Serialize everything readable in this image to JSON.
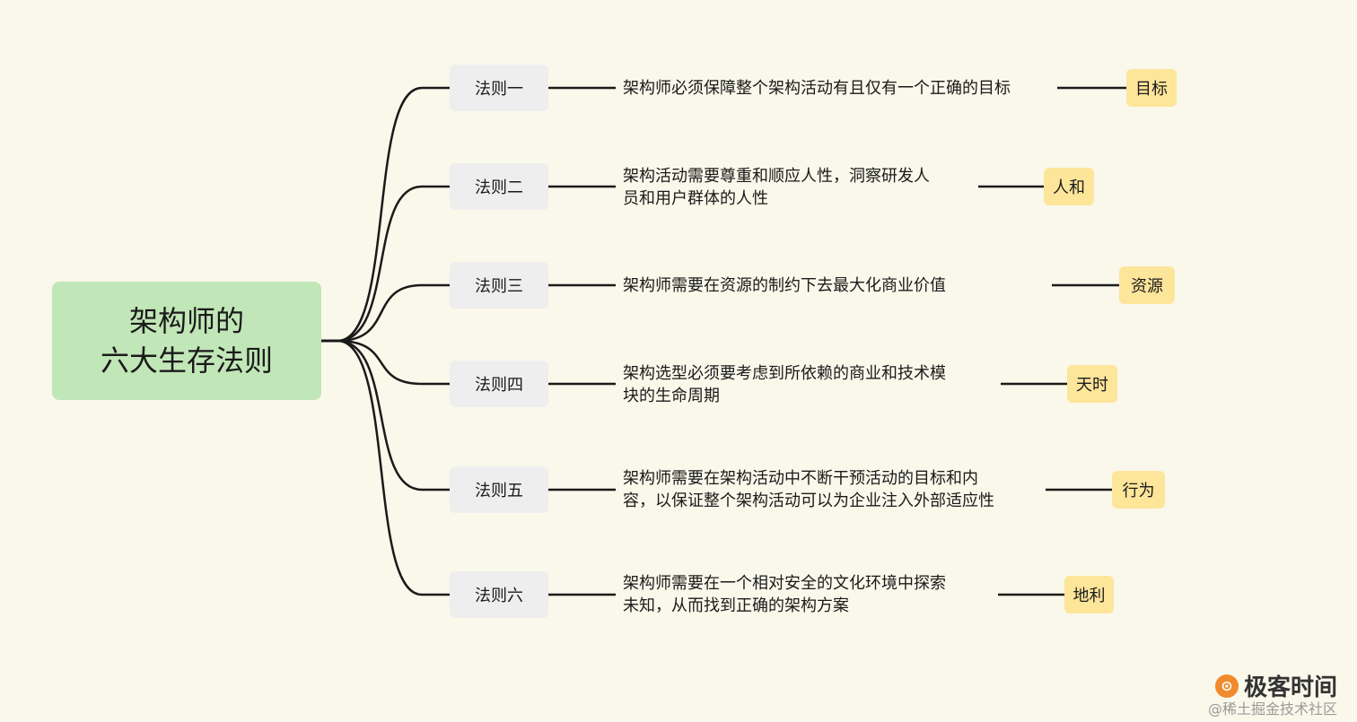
{
  "root": {
    "line1": "架构师的",
    "line2": "六大生存法则"
  },
  "rules": [
    {
      "label": "法则一",
      "desc": "架构师必须保障整个架构活动有且仅有一个正确的目标",
      "keyword": "目标"
    },
    {
      "label": "法则二",
      "desc": "架构活动需要尊重和顺应人性，洞察研发人\n员和用户群体的人性",
      "keyword": "人和"
    },
    {
      "label": "法则三",
      "desc": "架构师需要在资源的制约下去最大化商业价值",
      "keyword": "资源"
    },
    {
      "label": "法则四",
      "desc": "架构选型必须要考虑到所依赖的商业和技术模\n块的生命周期",
      "keyword": "天时"
    },
    {
      "label": "法则五",
      "desc": "架构师需要在架构活动中不断干预活动的目标和内\n容，以保证整个架构活动可以为企业注入外部适应性",
      "keyword": "行为"
    },
    {
      "label": "法则六",
      "desc": "架构师需要在一个相对安全的文化环境中探索\n未知，从而找到正确的架构方案",
      "keyword": "地利"
    }
  ],
  "footer": {
    "brand": "极客时间",
    "watermark": "@稀土掘金技术社区"
  },
  "colors": {
    "background": "#f9f8ea",
    "root": "#c1e6b7",
    "rule": "#eeeeee",
    "keyword": "#fde59a",
    "line": "#1a1a1a"
  }
}
